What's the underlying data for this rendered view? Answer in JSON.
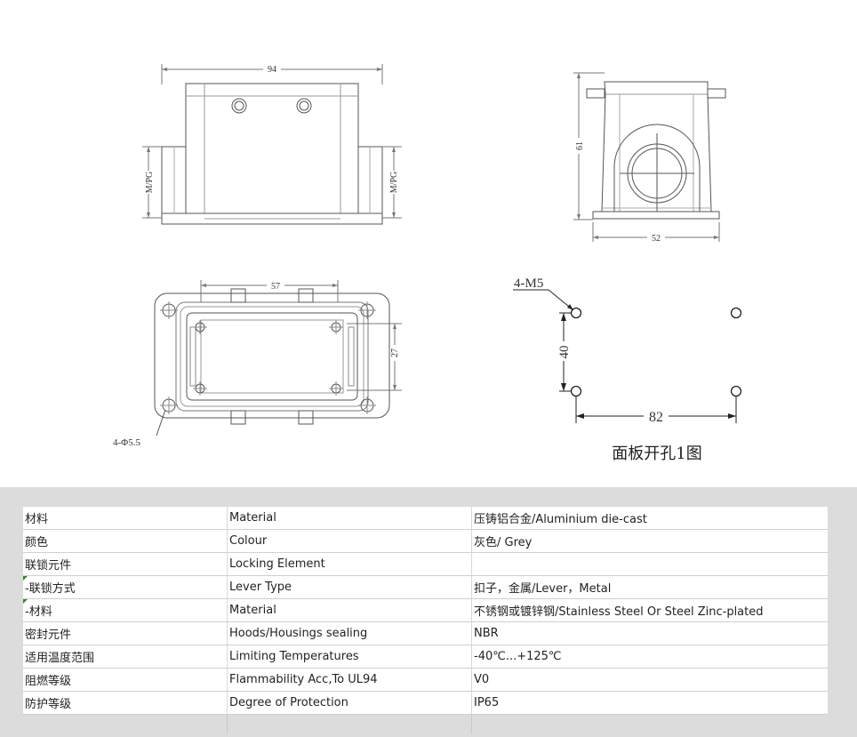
{
  "drawing": {
    "top_view": {
      "width_dim": "94",
      "left_thread": "M/PG",
      "right_thread": "M/PG"
    },
    "side_view": {
      "height_dim": "61",
      "width_dim": "52"
    },
    "base_view": {
      "inner_dim": "57",
      "height_dim": "27",
      "hole_label": "4-Φ5.5"
    },
    "panel_cutout": {
      "hole_label": "4-M5",
      "vertical_dim": "40",
      "horizontal_dim": "82",
      "caption": "面板开孔1图"
    }
  },
  "spec_table": [
    {
      "zh": "材料",
      "en": "Material",
      "value": "压铸铝合金/Aluminium die-cast",
      "flag": false
    },
    {
      "zh": "颜色",
      "en": "Colour",
      "value": "灰色/ Grey",
      "flag": false
    },
    {
      "zh": "联锁元件",
      "en": "Locking Element",
      "value": "",
      "flag": false
    },
    {
      "zh": " -联锁方式",
      "en": "Lever Type",
      "value": "扣子，金属/Lever，Metal",
      "flag": true
    },
    {
      "zh": " -材料",
      "en": "Material",
      "value": "不锈钢或镀锌钢/Stainless Steel Or Steel Zinc-plated",
      "flag": true
    },
    {
      "zh": "密封元件",
      "en": "Hoods/Housings sealing",
      "value": "NBR",
      "flag": false
    },
    {
      "zh": "适用温度范围",
      "en": "Limiting Temperatures",
      "value": "-40℃...+125℃",
      "flag": false
    },
    {
      "zh": "阻燃等级",
      "en": "Flammability Acc,To UL94",
      "value": "V0",
      "flag": false
    },
    {
      "zh": "防护等级",
      "en": "Degree of Protection",
      "value": "IP65",
      "flag": false
    }
  ]
}
